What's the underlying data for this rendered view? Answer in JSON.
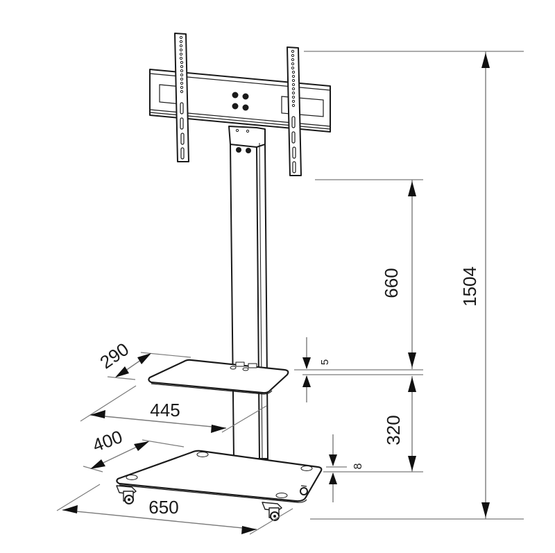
{
  "diagram": {
    "subject": "Mobile TV stand with wall-mount bracket, glass shelf and castor base",
    "colors": {
      "line": "#1a1a1a",
      "dimension_line": "#7a7a7a",
      "background": "#ffffff"
    },
    "units": "mm",
    "dimensions": {
      "total_height": {
        "label": "1504",
        "orientation": "vertical"
      },
      "shelf_to_bracket": {
        "label": "660",
        "orientation": "vertical"
      },
      "shelf_thickness": {
        "label": "5",
        "orientation": "vertical"
      },
      "base_to_shelf": {
        "label": "320",
        "orientation": "vertical"
      },
      "base_thickness": {
        "label": "8",
        "orientation": "vertical"
      },
      "shelf_depth": {
        "label": "290",
        "orientation": "diagonal"
      },
      "shelf_width": {
        "label": "445",
        "orientation": "horizontal"
      },
      "base_depth": {
        "label": "400",
        "orientation": "diagonal"
      },
      "base_width": {
        "label": "650",
        "orientation": "horizontal"
      }
    },
    "components": [
      {
        "name": "VESA mount bracket",
        "icon": "bracket-icon"
      },
      {
        "name": "Column",
        "icon": "column-icon"
      },
      {
        "name": "Glass shelf",
        "icon": "shelf-icon"
      },
      {
        "name": "Glass base",
        "icon": "base-icon"
      },
      {
        "name": "Castor wheels",
        "icon": "wheel-icon",
        "count": 4
      }
    ]
  }
}
